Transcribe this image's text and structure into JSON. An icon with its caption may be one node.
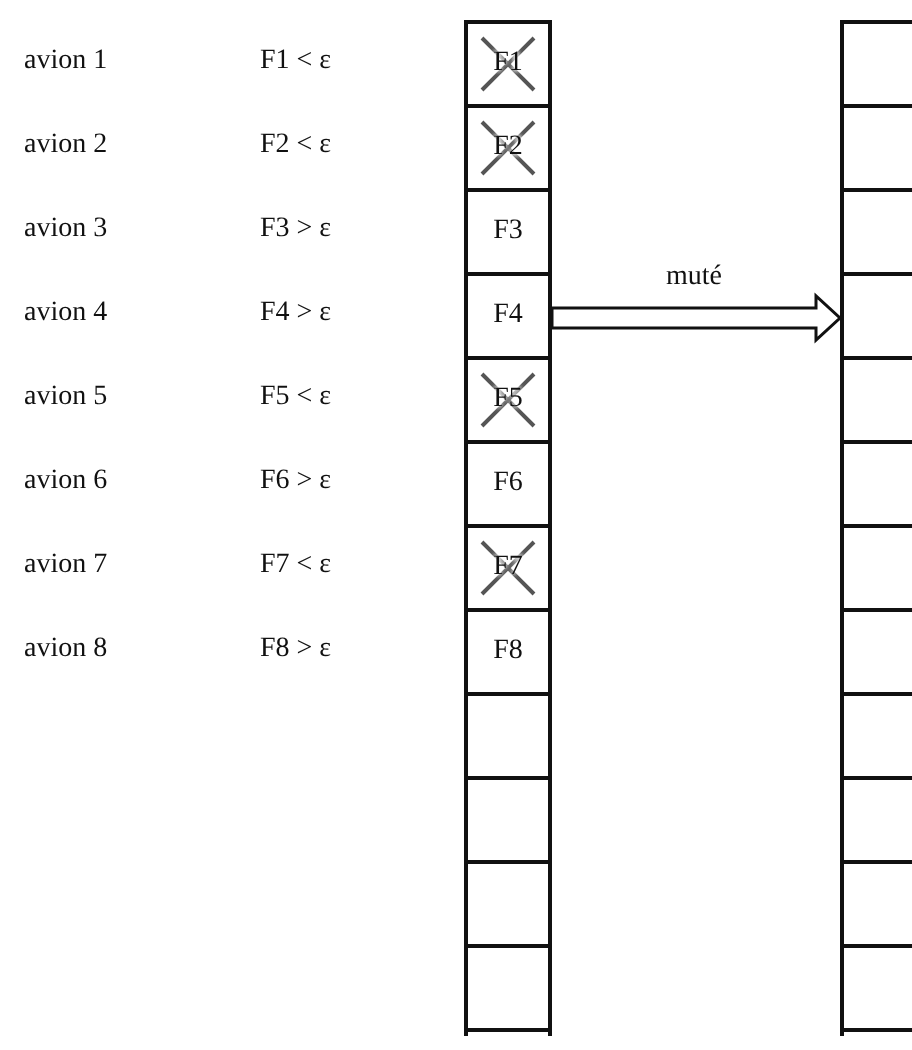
{
  "diagram": {
    "nodes": [
      {
        "text": [],
        "shape": "box"
      },
      {
        "text": [
          "F1"
        ],
        "in": 0
      },
      {
        "text": [
          "F2"
        ],
        "in": 0
      },
      {
        "text": [
          "F3"
        ],
        "in": 0
      },
      {
        "text": [
          "F4"
        ],
        "in": 0
      },
      {
        "text": [
          "F5"
        ],
        "in": 0
      },
      {
        "text": [
          "F6"
        ],
        "in": 0
      },
      {
        "text": [
          "F7"
        ],
        "in": 0
      },
      {
        "text": [
          "F8"
        ],
        "in": 0
      },
      {
        "text": [],
        "shape": "box",
        "in": 0
      },
      {
        "text": [],
        "shape": "box",
        "in": 0
      },
      {
        "text": [],
        "shape": "box",
        "in": 0
      },
      {
        "text": [],
        "shape": "box",
        "in": 0
      },
      {
        "text": [],
        "shape": "box"
      },
      {
        "text": [],
        "shape": "box",
        "in": 13
      },
      {
        "text": [],
        "shape": "box",
        "in": 13
      },
      {
        "text": [],
        "shape": "box",
        "in": 13
      },
      {
        "text": [],
        "shape": "box",
        "in": 13
      },
      {
        "text": [],
        "shape": "box",
        "in": 13
      },
      {
        "text": [],
        "shape": "box",
        "in": 13
      },
      {
        "text": [],
        "shape": "box",
        "in": 13
      },
      {
        "text": [],
        "shape": "box",
        "in": 13
      },
      {
        "text": [],
        "shape": "box",
        "in": 13
      },
      {
        "text": [],
        "shape": "box",
        "in": 13
      },
      {
        "text": [],
        "shape": "box",
        "in": 13
      },
      {
        "text": [],
        "shape": "box",
        "in": 13
      }
    ],
    "edges": [
      {
        "from": 0,
        "to": 13,
        "arrow": "to",
        "label": "muté"
      }
    ],
    "labels": [
      "avion 1",
      "F1 < ε",
      "avion 2",
      "F2 < ε",
      "avion 3",
      "F3 > ε",
      "avion 4",
      "F4 > ε",
      "avion 5",
      "F5 < ε",
      "avion 6",
      "F6 > ε",
      "avion 7",
      "F7 < ε",
      "avion 8",
      "F8 > ε"
    ]
  }
}
